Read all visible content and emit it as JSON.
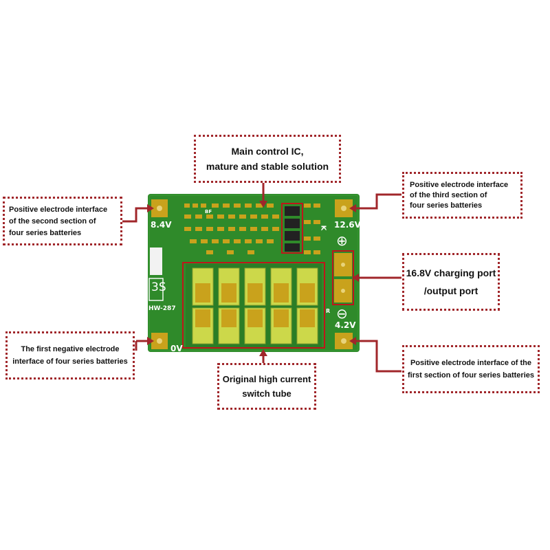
{
  "colors": {
    "board": "#2f8a2a",
    "pad": "#c9a21c",
    "callout_border": "#a0262a",
    "arrow": "#a0262a"
  },
  "board": {
    "v84": "8.4V",
    "v126": "12.6V",
    "v42": "4.2V",
    "v0": "0V",
    "model": "HW-287",
    "series": "3S",
    "plus": "⊕",
    "minus": "⊖",
    "silk_k": "K",
    "silk_bf": "BF",
    "silk_r": "R"
  },
  "callouts": {
    "main_ic": {
      "line1": "Main control IC,",
      "line2": "mature and stable solution"
    },
    "third": {
      "line1": "Positive electrode interface",
      "line2": "of the third section of",
      "line3": "four series batteries"
    },
    "second": {
      "line1": "Positive electrode interface",
      "line2": "of the second section of",
      "line3": "four series batteries"
    },
    "charging": {
      "line1": "16.8V charging port",
      "line2": "/output port"
    },
    "negative": {
      "line1": "The first negative electrode",
      "line2": "interface of four series batteries"
    },
    "first": {
      "line1": "Positive electrode interface of the",
      "line2": "first section of four series batteries"
    },
    "switch": {
      "line1": "Original high current",
      "line2": "switch tube"
    }
  }
}
